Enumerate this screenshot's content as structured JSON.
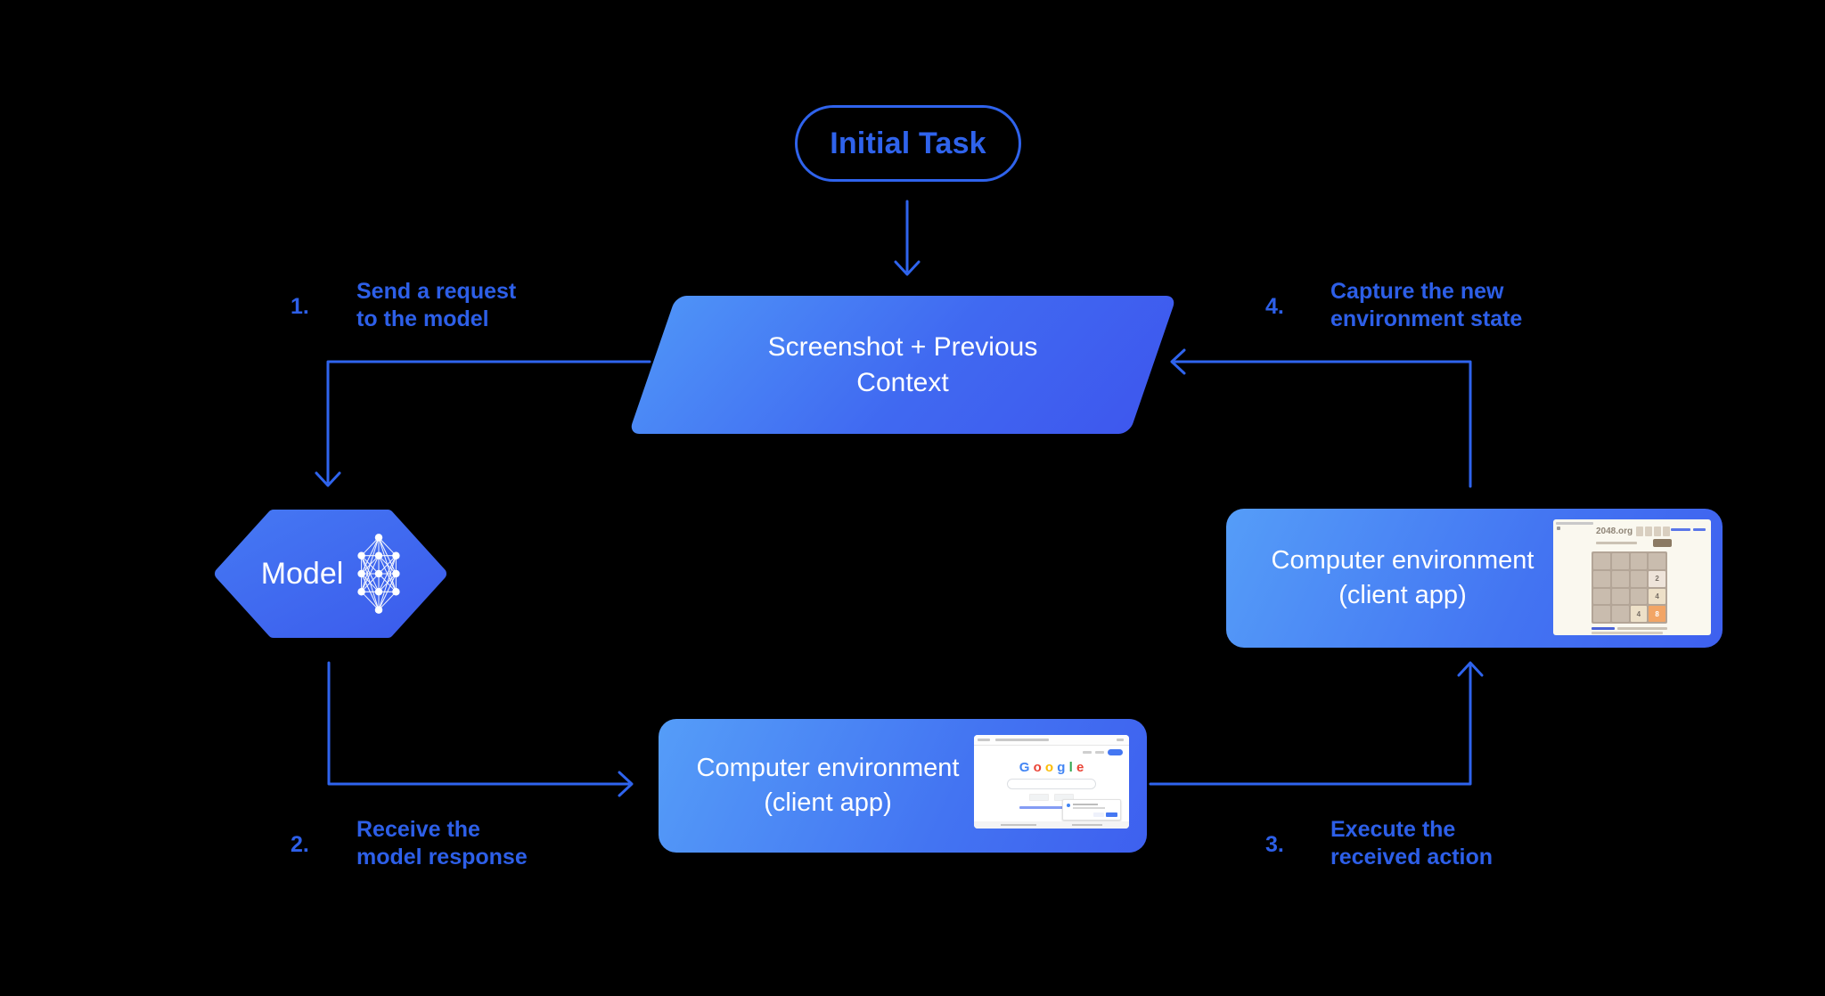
{
  "colors": {
    "background": "#000000",
    "accent_blue": "#2F63EC",
    "box_gradient_start": "#559DF8",
    "box_gradient_end": "#3E60EF",
    "text_on_blue": "#FFFFFF",
    "google_blue": "#4285F4",
    "google_red": "#EA4335",
    "google_yellow": "#FBBC05",
    "google_green": "#34A853"
  },
  "nodes": {
    "initial_task": {
      "label": "Initial Task"
    },
    "screenshot_context": {
      "line1": "Screenshot + Previous",
      "line2": "Context"
    },
    "model": {
      "label": "Model",
      "icon": "neural-network-icon"
    },
    "env_bottom": {
      "line1": "Computer environment",
      "line2": "(client app)",
      "thumbnail": "google-search-screenshot"
    },
    "env_right": {
      "line1": "Computer environment",
      "line2": "(client app)",
      "thumbnail": "2048-game-screenshot"
    }
  },
  "steps": [
    {
      "number": "1.",
      "line1": "Send a request",
      "line2": "to the model"
    },
    {
      "number": "2.",
      "line1": "Receive the",
      "line2": "model response"
    },
    {
      "number": "3.",
      "line1": "Execute the",
      "line2": "received action"
    },
    {
      "number": "4.",
      "line1": "Capture the new",
      "line2": "environment state"
    }
  ],
  "thumbnails": {
    "google": {
      "letters": [
        "G",
        "o",
        "o",
        "g",
        "l",
        "e"
      ]
    },
    "game2048": {
      "site": "2048.org",
      "tiles": [
        "2",
        "4",
        "4",
        "8"
      ]
    }
  }
}
